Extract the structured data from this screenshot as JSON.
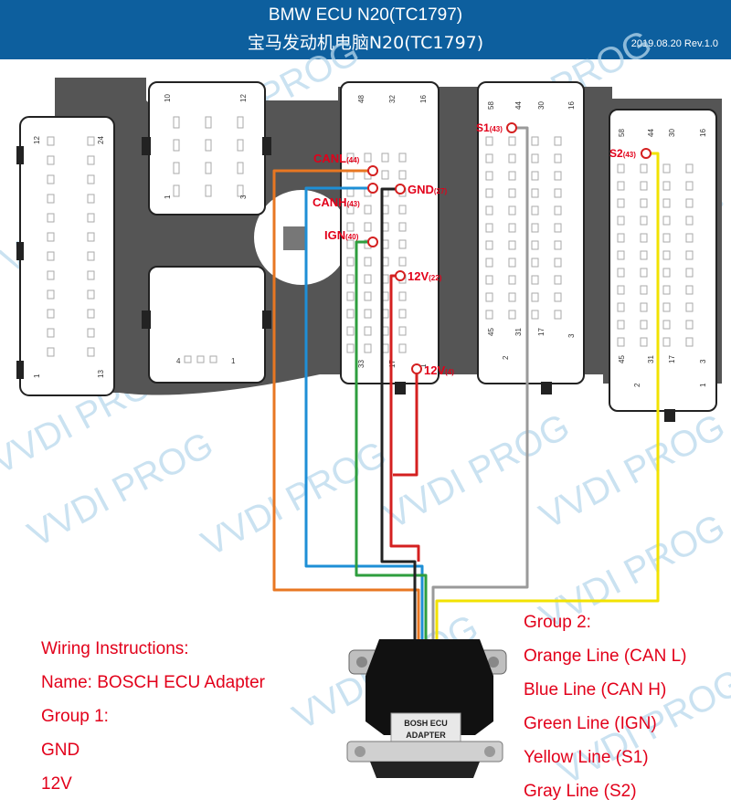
{
  "header": {
    "title_en": "BMW ECU N20(TC1797)",
    "title_cn": "宝马发动机电脑N20(TC1797)",
    "revision": "2019.08.20 Rev.1.0"
  },
  "watermark": "VVDI PROG",
  "connectors": {
    "c1": {
      "pins": [
        "12",
        "24",
        "1",
        "13"
      ]
    },
    "c2": {
      "pins": [
        "10",
        "12",
        "1",
        "3"
      ]
    },
    "c3": {
      "pins": [
        "4",
        "1"
      ]
    },
    "c4": {
      "pins": [
        "48",
        "32",
        "16",
        "33",
        "17",
        "1"
      ]
    },
    "c5": {
      "pins": [
        "58",
        "44",
        "30",
        "16",
        "45",
        "31",
        "17",
        "2",
        "3"
      ]
    },
    "c6": {
      "pins": [
        "58",
        "44",
        "30",
        "16",
        "45",
        "31",
        "17",
        "2",
        "3",
        "1"
      ]
    }
  },
  "pin_labels": {
    "canl": {
      "name": "CANL",
      "num": "(44)"
    },
    "canh": {
      "name": "CANH",
      "num": "(43)"
    },
    "gnd": {
      "name": "GND",
      "num": "(27)"
    },
    "ign": {
      "name": "IGN",
      "num": "(40)"
    },
    "v12a": {
      "name": "12V",
      "num": "(22)"
    },
    "v12b": {
      "name": "12V",
      "num": "(4)"
    },
    "s1": {
      "name": "S1",
      "num": "(43)"
    },
    "s2": {
      "name": "S2",
      "num": "(43)"
    }
  },
  "adapter": {
    "line1": "BOSH ECU",
    "line2": "ADAPTER"
  },
  "wiring": {
    "heading": "Wiring Instructions:",
    "name": "Name: BOSCH ECU Adapter",
    "group1_title": "Group 1:",
    "group1": [
      "GND",
      "12V"
    ],
    "group2_title": "Group 2:",
    "group2": [
      "Orange Line (CAN L)",
      "Blue Line (CAN H)",
      "Green Line (IGN)",
      "Yellow Line (S1)",
      "Gray Line (S2)"
    ]
  },
  "colors": {
    "header": "#0d5f9e",
    "label_red": "#e2001a",
    "orange": "#e87722",
    "blue": "#1e8fd6",
    "green": "#2e9e3e",
    "yellow": "#f2e200",
    "gray": "#9a9a9a",
    "red": "#d42020"
  }
}
